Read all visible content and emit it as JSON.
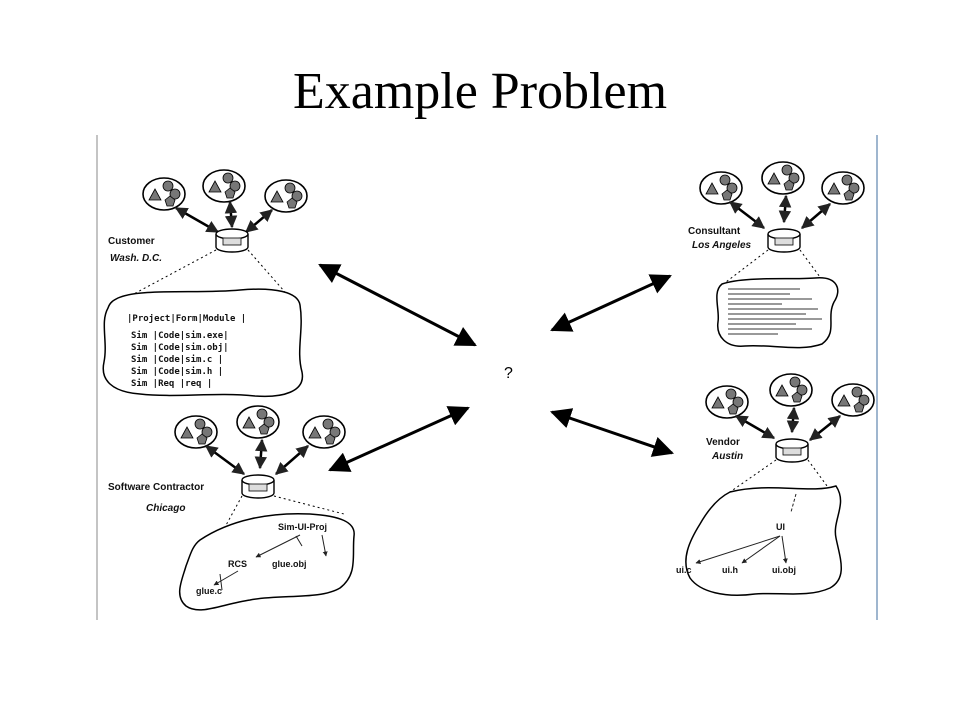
{
  "slide": {
    "title": "Example Problem"
  },
  "center": {
    "label": "?"
  },
  "customer": {
    "role": "Customer",
    "place": "Wash. D.C.",
    "table_lines": [
      "|Project|Form|Module |",
      "Sim    |Code|sim.exe|",
      "Sim    |Code|sim.obj|",
      "Sim    |Code|sim.c  |",
      "Sim    |Code|sim.h  |",
      "Sim    |Req |req    |"
    ]
  },
  "contractor": {
    "role": "Software Contractor",
    "place": "Chicago",
    "nodes": {
      "root": "Sim-UI-Proj",
      "rcs": "RCS",
      "glue_obj": "glue.obj",
      "glue_c": "glue.c"
    }
  },
  "consultant": {
    "role": "Consultant",
    "place": "Los Angeles"
  },
  "vendor": {
    "role": "Vendor",
    "place": "Austin",
    "nodes": {
      "root": "UI",
      "c": "ui.c",
      "h": "ui.h",
      "obj": "ui.obj"
    }
  }
}
